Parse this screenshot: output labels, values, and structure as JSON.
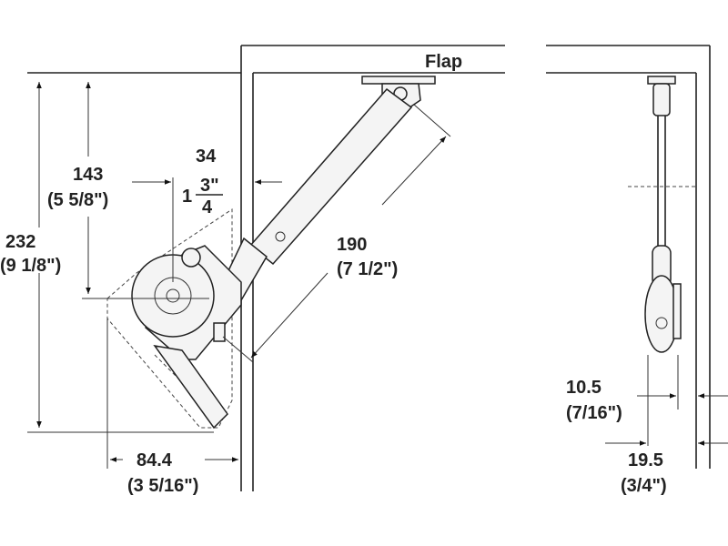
{
  "labels": {
    "flap": "Flap",
    "height_total_mm": "232",
    "height_total_in": "(9 1/8\")",
    "height_pivot_mm": "143",
    "height_pivot_in": "(5 5/8\")",
    "offset_mm": "34",
    "offset_in_whole": "1",
    "offset_in_num": "3\"",
    "offset_in_den": "4",
    "arm_length_mm": "190",
    "arm_length_in": "(7 1/2\")",
    "depth_mm": "84.4",
    "depth_in": "(3 5/16\")",
    "side_a_mm": "10.5",
    "side_a_in": "(7/16\")",
    "side_b_mm": "19.5",
    "side_b_in": "(3/4\")"
  }
}
